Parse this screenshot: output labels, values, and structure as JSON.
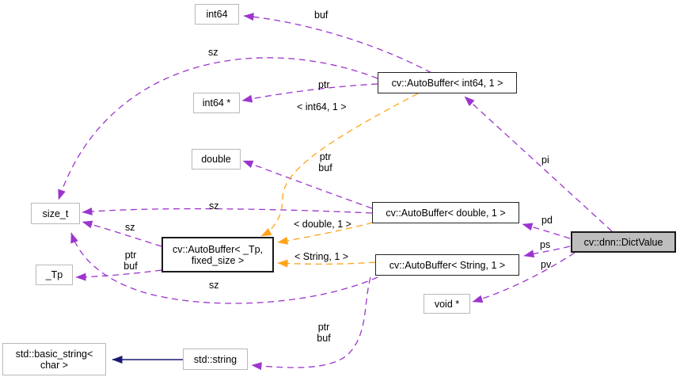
{
  "diagram": {
    "kind": "doxygen-collaboration-graph",
    "main_class": "cv::dnn::DictValue",
    "colors": {
      "usage_edge": "#9c35ce",
      "template_edge": "#ffa318",
      "inheritance_edge": "#191970",
      "main_node_fill": "#bebebe",
      "node_fill": "#ffffff"
    },
    "nodes": {
      "int64": {
        "label": "int64"
      },
      "autobuffer_int64": {
        "label": "cv::AutoBuffer< int64, 1 >"
      },
      "int64_ptr": {
        "label": "int64 *"
      },
      "double": {
        "label": "double"
      },
      "size_t": {
        "label": "size_t"
      },
      "autobuffer_tp": {
        "label": "cv::AutoBuffer< _Tp,\nfixed_size >"
      },
      "autobuffer_double": {
        "label": "cv::AutoBuffer< double, 1 >"
      },
      "autobuffer_string": {
        "label": "cv::AutoBuffer< String, 1 >"
      },
      "dictvalue": {
        "label": "cv::dnn::DictValue"
      },
      "void_ptr": {
        "label": "void *"
      },
      "tp": {
        "label": "_Tp"
      },
      "basic_string": {
        "label": "std::basic_string<\nchar >"
      },
      "std_string": {
        "label": "std::string"
      }
    },
    "edge_labels": {
      "buf_int64": "buf",
      "sz_int64": "sz",
      "ptr_int64": "ptr",
      "tpl_int64": "< int64, 1 >",
      "ptrbuf_double": "ptr\nbuf",
      "sz_double": "sz",
      "tpl_double": "< double, 1 >",
      "sz_tp": "sz",
      "ptrbuf_tp": "ptr\nbuf",
      "tpl_string": "< String, 1 >",
      "sz_string": "sz",
      "ptrbuf_string": "ptr\nbuf",
      "pi": "pi",
      "pd": "pd",
      "ps": "ps",
      "pv": "pv"
    }
  }
}
